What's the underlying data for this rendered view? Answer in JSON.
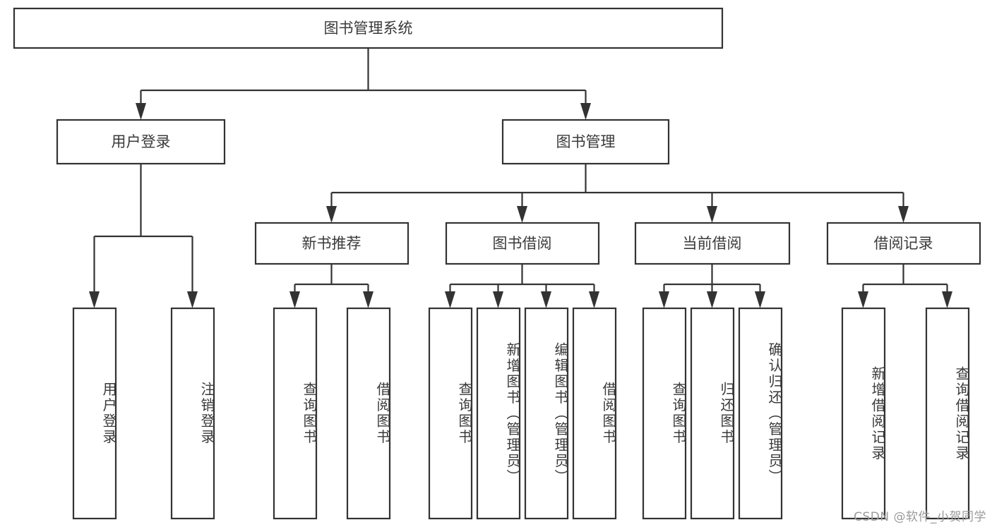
{
  "diagram": {
    "title": "图书管理系统",
    "type": "tree-hierarchy",
    "orientation": "top-down",
    "colors": {
      "stroke": "#333333",
      "fill": "#ffffff",
      "text": "#3a3a3a",
      "watermark": "#9a9a9a"
    },
    "root": {
      "label": "图书管理系统"
    },
    "level2": [
      {
        "label": "用户登录"
      },
      {
        "label": "图书管理"
      }
    ],
    "level3": [
      {
        "label": "新书推荐"
      },
      {
        "label": "图书借阅"
      },
      {
        "label": "当前借阅"
      },
      {
        "label": "借阅记录"
      }
    ],
    "leaves": {
      "user_login": [
        {
          "label": "用户登录"
        },
        {
          "label": "注销登录"
        }
      ],
      "new_book_recommend": [
        {
          "label": "查询图书"
        },
        {
          "label": "借阅图书"
        }
      ],
      "book_borrow": [
        {
          "label": "查询图书"
        },
        {
          "label": "新增图书（管理员）"
        },
        {
          "label": "编辑图书（管理员）"
        },
        {
          "label": "借阅图书"
        }
      ],
      "current_borrow": [
        {
          "label": "查询图书"
        },
        {
          "label": "归还图书"
        },
        {
          "label": "确认归还（管理员）"
        }
      ],
      "borrow_record": [
        {
          "label": "新增借阅记录"
        },
        {
          "label": "查询借阅记录"
        }
      ]
    }
  },
  "watermark": {
    "text": "CSDN @软件_小贺同学"
  }
}
